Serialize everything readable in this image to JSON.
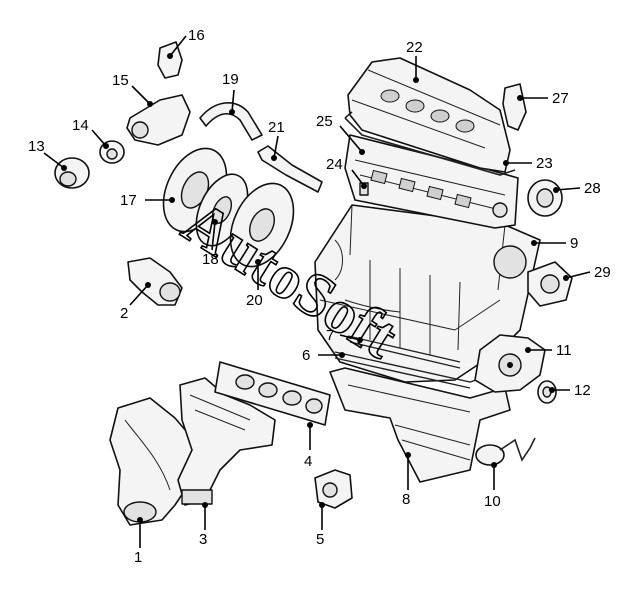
{
  "diagram": {
    "callouts": [
      {
        "num": "1"
      },
      {
        "num": "2"
      },
      {
        "num": "3"
      },
      {
        "num": "4"
      },
      {
        "num": "5"
      },
      {
        "num": "6"
      },
      {
        "num": "7"
      },
      {
        "num": "8"
      },
      {
        "num": "9"
      },
      {
        "num": "10"
      },
      {
        "num": "11"
      },
      {
        "num": "12"
      },
      {
        "num": "13"
      },
      {
        "num": "14"
      },
      {
        "num": "15"
      },
      {
        "num": "16"
      },
      {
        "num": "17"
      },
      {
        "num": "18"
      },
      {
        "num": "19"
      },
      {
        "num": "20"
      },
      {
        "num": "21"
      },
      {
        "num": "22"
      },
      {
        "num": "23"
      },
      {
        "num": "24"
      },
      {
        "num": "25"
      },
      {
        "num": "27"
      },
      {
        "num": "28"
      },
      {
        "num": "29"
      }
    ],
    "watermark": "AutoSoft"
  }
}
